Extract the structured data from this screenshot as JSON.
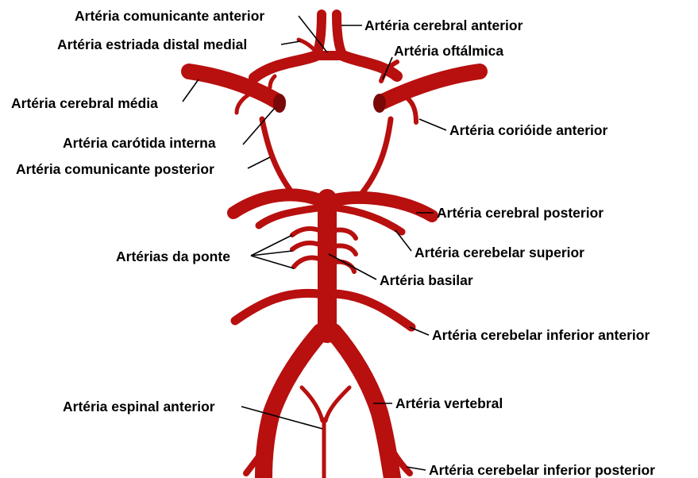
{
  "colors": {
    "artery": "#b80f0f",
    "artery_dark": "#7a0808",
    "leader": "#000000",
    "background": "#ffffff",
    "text": "#000000"
  },
  "labels": {
    "comunicante_anterior": "Artéria comunicante anterior",
    "cerebral_anterior": "Artéria cerebral anterior",
    "estriada_distal_medial": "Artéria estriada distal medial",
    "oftalmica": "Artéria oftálmica",
    "cerebral_media": "Artéria cerebral média",
    "carotida_interna": "Artéria carótida interna",
    "corioide_anterior": "Artéria corióide anterior",
    "comunicante_posterior": "Artéria comunicante posterior",
    "cerebral_posterior": "Artéria cerebral posterior",
    "pontinas": "Artérias da ponte",
    "cerebelar_superior": "Artéria cerebelar superior",
    "basilar": "Artéria basilar",
    "cerebelar_inferior_anterior": "Artéria cerebelar inferior anterior",
    "espinal_anterior": "Artéria espinal anterior",
    "vertebral": "Artéria vertebral",
    "cerebelar_inferior_posterior": "Artéria cerebelar inferior posterior"
  }
}
